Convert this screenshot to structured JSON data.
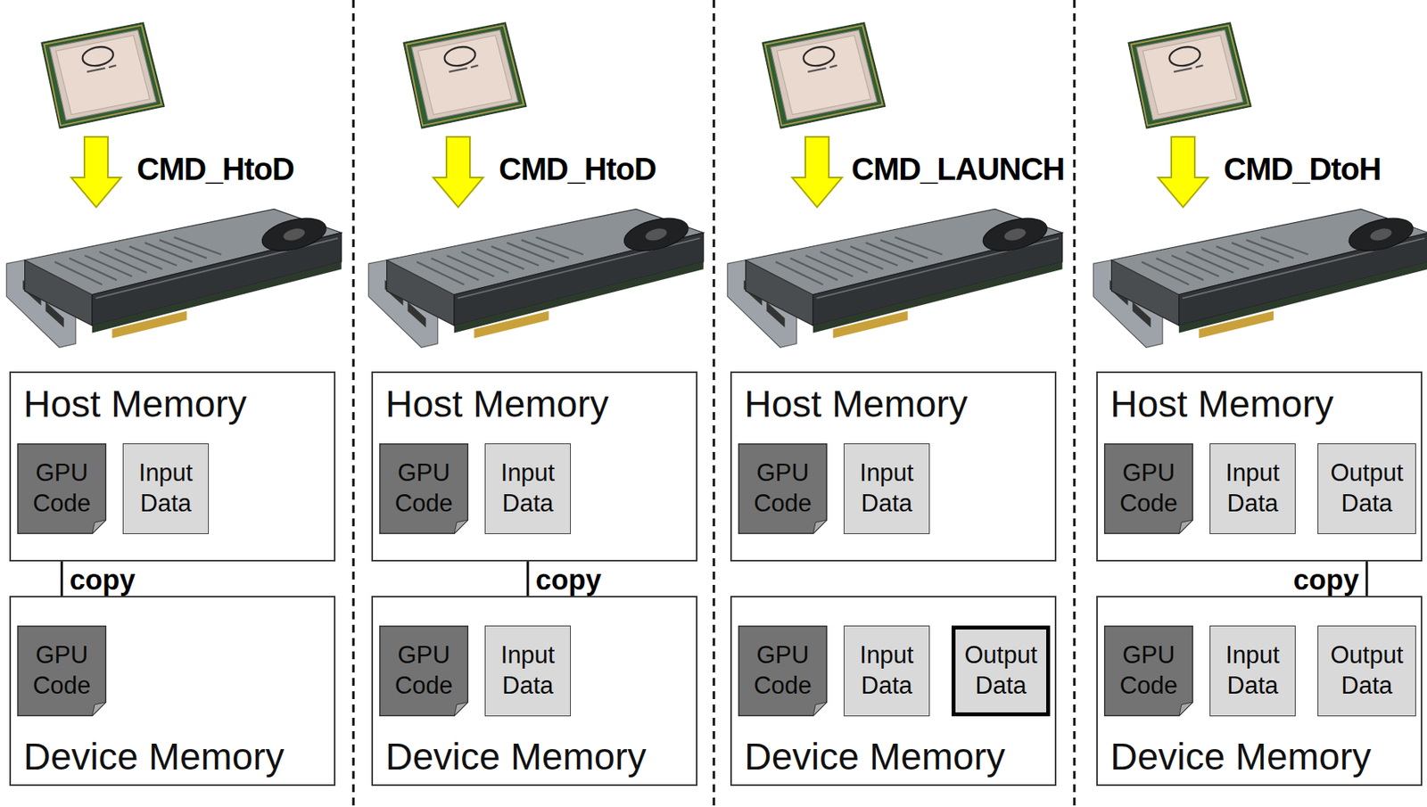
{
  "diagram": {
    "nodes": [
      {
        "text": [
          "Host Memory"
        ]
      },
      {
        "text": [
          "GPU Code"
        ],
        "in": 0
      },
      {
        "text": [
          "Input Data"
        ],
        "in": 0
      },
      {
        "text": [
          "Device Memory"
        ]
      },
      {
        "text": [
          "GPU Code"
        ],
        "in": 3
      },
      {
        "text": [
          "Host Memory"
        ]
      },
      {
        "text": [
          "GPU Code"
        ],
        "in": 5
      },
      {
        "text": [
          "Input Data"
        ],
        "in": 5
      },
      {
        "text": [
          "Device Memory"
        ]
      },
      {
        "text": [
          "GPU Code"
        ],
        "in": 8
      },
      {
        "text": [
          "Input Data"
        ],
        "in": 8
      },
      {
        "text": [
          "Host Memory"
        ]
      },
      {
        "text": [
          "GPU Code"
        ],
        "in": 11
      },
      {
        "text": [
          "Input Data"
        ],
        "in": 11
      },
      {
        "text": [
          "Device Memory"
        ]
      },
      {
        "text": [
          "GPU Code"
        ],
        "in": 14
      },
      {
        "text": [
          "Input Data"
        ],
        "in": 14
      },
      {
        "text": [
          "Output Data"
        ],
        "in": 14
      },
      {
        "text": [
          "Host Memory"
        ]
      },
      {
        "text": [
          "GPU Code"
        ],
        "in": 18
      },
      {
        "text": [
          "Input Data"
        ],
        "in": 18
      },
      {
        "text": [
          "Output Data"
        ],
        "in": 18
      },
      {
        "text": [
          "Device Memory"
        ]
      },
      {
        "text": [
          "GPU Code"
        ],
        "in": 22
      },
      {
        "text": [
          "Input Data"
        ],
        "in": 22
      },
      {
        "text": [
          "Output Data"
        ],
        "in": 22
      }
    ],
    "edges": [
      {
        "from": 1,
        "to": 4,
        "label": "copy",
        "arrow": "to"
      },
      {
        "from": 7,
        "to": 10,
        "label": "copy",
        "arrow": "to"
      },
      {
        "from": 25,
        "to": 21,
        "label": "copy",
        "arrow": "to"
      }
    ],
    "labels": [
      "CMD_HtoD",
      "CMD_HtoD",
      "CMD_LAUNCH",
      "CMD_DtoH"
    ]
  }
}
